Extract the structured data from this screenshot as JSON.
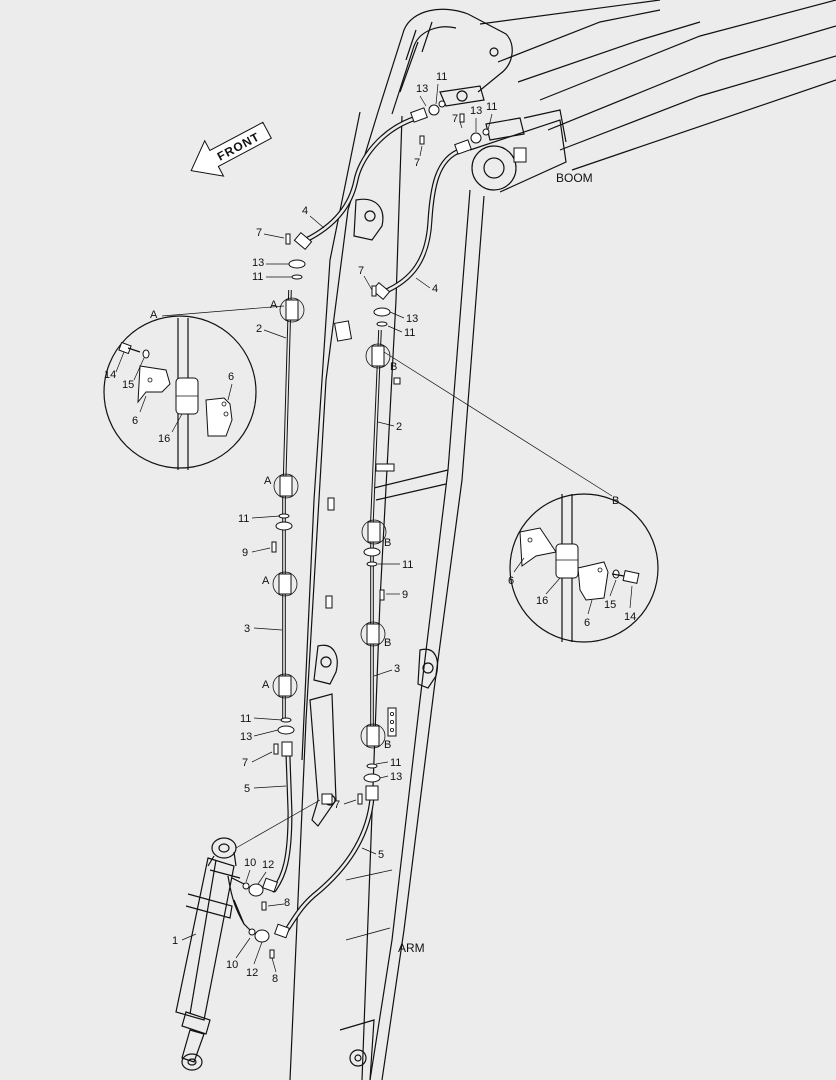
{
  "arrow": {
    "text": "FRONT"
  },
  "region_labels": {
    "boom": "BOOM",
    "arm": "ARM"
  },
  "details": {
    "a": {
      "letter": "A",
      "parts": {
        "bolt": "14",
        "washer": "15",
        "clamp_left": "6",
        "clamp_right": "6",
        "cushion": "16"
      }
    },
    "b": {
      "letter": "B",
      "parts": {
        "bolt": "14",
        "washer": "15",
        "clamp_left": "6",
        "clamp_right": "6",
        "cushion": "16"
      }
    }
  },
  "callouts": {
    "cylinder": "1",
    "pipe_2": "2",
    "pipe_3": "3",
    "hose_4": "4",
    "hose_5": "5",
    "bolt_7": "7",
    "bolt_8": "8",
    "bolt_9": "9",
    "fitting_10": "10",
    "oring_11": "11",
    "nut_12": "12",
    "flange_13": "13",
    "clamp_a": "A",
    "clamp_b": "B"
  },
  "colors": {
    "background": "#ececec",
    "line": "#111111"
  }
}
